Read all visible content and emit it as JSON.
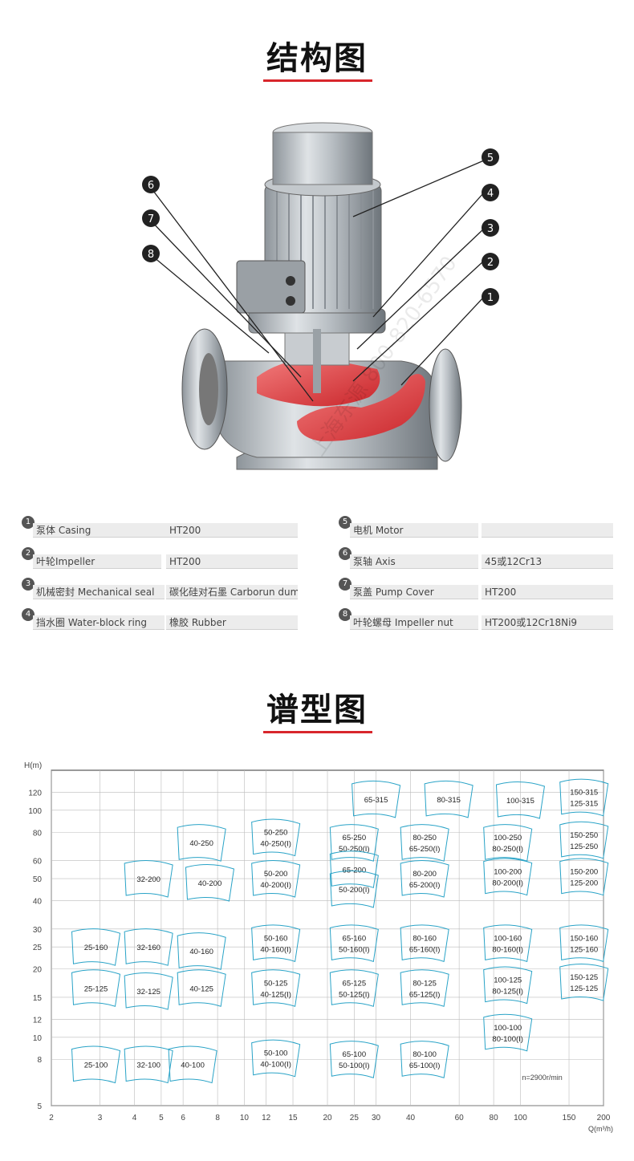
{
  "structure_title": "结构图",
  "spectrum_title": "谱型图",
  "callouts": [
    "1",
    "2",
    "3",
    "4",
    "5",
    "6",
    "7",
    "8"
  ],
  "watermark": "上海东源 800-820-6570",
  "parts": [
    {
      "num": "1",
      "name": "泵体 Casing",
      "material": "HT200"
    },
    {
      "num": "2",
      "name": "叶轮Impeller",
      "material": "HT200"
    },
    {
      "num": "3",
      "name": "机械密封 Mechanical seal",
      "material": "碳化硅对石墨 Carborun dum"
    },
    {
      "num": "4",
      "name": "挡水圈 Water-block ring",
      "material": "橡胶 Rubber"
    },
    {
      "num": "5",
      "name": "电机 Motor",
      "material": ""
    },
    {
      "num": "6",
      "name": "泵轴 Axis",
      "material": "45或12Cr13"
    },
    {
      "num": "7",
      "name": "泵盖 Pump Cover",
      "material": "HT200"
    },
    {
      "num": "8",
      "name": "叶轮螺母 Impeller nut",
      "material": "HT200或12Cr18Ni9"
    }
  ],
  "chart_data": {
    "type": "scatter",
    "xscale": "log",
    "yscale": "log",
    "xlabel": "Q(m³/h)",
    "ylabel": "H(m)",
    "xlim": [
      2,
      200
    ],
    "ylim": [
      5,
      150
    ],
    "x_ticks": [
      2,
      3,
      4,
      5,
      6,
      8,
      10,
      12,
      15,
      20,
      25,
      30,
      40,
      60,
      80,
      100,
      150,
      200
    ],
    "y_ticks": [
      5,
      8,
      10,
      12,
      15,
      20,
      25,
      30,
      40,
      50,
      60,
      80,
      100,
      120
    ],
    "annotation": "n=2900r/min",
    "line_color": "#29a3c7",
    "grid": true,
    "models": [
      {
        "label": "65-315",
        "q": 30,
        "h": 112
      },
      {
        "label": "80-315",
        "q": 55,
        "h": 112
      },
      {
        "label": "100-315",
        "q": 100,
        "h": 111
      },
      {
        "label": "150-315\n125-315",
        "q": 170,
        "h": 114
      },
      {
        "label": "40-250",
        "q": 7,
        "h": 72
      },
      {
        "label": "50-250\n40-250(I)",
        "q": 13,
        "h": 76
      },
      {
        "label": "65-250\n50-250(I)",
        "q": 25,
        "h": 72
      },
      {
        "label": "80-250\n65-250(I)",
        "q": 45,
        "h": 72
      },
      {
        "label": "100-250\n80-250(I)",
        "q": 90,
        "h": 72
      },
      {
        "label": "150-250\n125-250",
        "q": 170,
        "h": 74
      },
      {
        "label": "32-200",
        "q": 4.5,
        "h": 50
      },
      {
        "label": "40-200",
        "q": 7.5,
        "h": 48
      },
      {
        "label": "50-200\n40-200(I)",
        "q": 13,
        "h": 50
      },
      {
        "label": "65-200",
        "q": 25,
        "h": 55
      },
      {
        "label": "50-200(I)",
        "q": 25,
        "h": 45
      },
      {
        "label": "80-200\n65-200(I)",
        "q": 45,
        "h": 50
      },
      {
        "label": "100-200\n80-200(I)",
        "q": 90,
        "h": 51
      },
      {
        "label": "150-200\n125-200",
        "q": 170,
        "h": 51
      },
      {
        "label": "25-160",
        "q": 2.9,
        "h": 25
      },
      {
        "label": "32-160",
        "q": 4.5,
        "h": 25
      },
      {
        "label": "40-160",
        "q": 7,
        "h": 24
      },
      {
        "label": "50-160\n40-160(I)",
        "q": 13,
        "h": 26
      },
      {
        "label": "65-160\n50-160(I)",
        "q": 25,
        "h": 26
      },
      {
        "label": "80-160\n65-160(I)",
        "q": 45,
        "h": 26
      },
      {
        "label": "100-160\n80-160(I)",
        "q": 90,
        "h": 26
      },
      {
        "label": "150-160\n125-160",
        "q": 170,
        "h": 26
      },
      {
        "label": "25-125",
        "q": 2.9,
        "h": 16.5
      },
      {
        "label": "32-125",
        "q": 4.5,
        "h": 16
      },
      {
        "label": "40-125",
        "q": 7,
        "h": 16.5
      },
      {
        "label": "50-125\n40-125(I)",
        "q": 13,
        "h": 16.5
      },
      {
        "label": "65-125\n50-125(I)",
        "q": 25,
        "h": 16.5
      },
      {
        "label": "80-125\n65-125(I)",
        "q": 45,
        "h": 16.5
      },
      {
        "label": "100-125\n80-125(I)",
        "q": 90,
        "h": 17
      },
      {
        "label": "150-125\n125-125",
        "q": 170,
        "h": 17.5
      },
      {
        "label": "100-100\n80-100(I)",
        "q": 90,
        "h": 10.5
      },
      {
        "label": "25-100",
        "q": 2.9,
        "h": 7.6
      },
      {
        "label": "32-100",
        "q": 4.5,
        "h": 7.6
      },
      {
        "label": "40-100",
        "q": 6.5,
        "h": 7.6
      },
      {
        "label": "50-100\n40-100(I)",
        "q": 13,
        "h": 8.1
      },
      {
        "label": "65-100\n50-100(I)",
        "q": 25,
        "h": 8
      },
      {
        "label": "80-100\n65-100(I)",
        "q": 45,
        "h": 8
      }
    ]
  }
}
